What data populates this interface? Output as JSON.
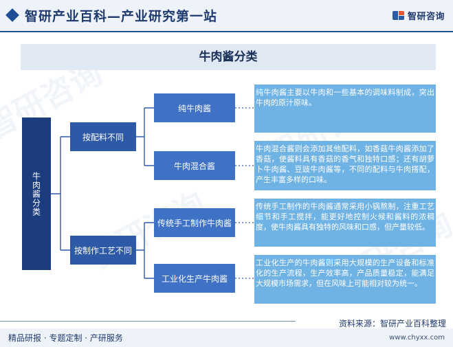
{
  "header": {
    "title": "智研产业百科—产业研究第一站",
    "brand_text": "智研咨询",
    "brand_icon": "zhiyan-logo-icon"
  },
  "diagram": {
    "title": "牛肉酱分类",
    "root_label": "牛肉酱分类",
    "categories": [
      {
        "label": "按配料不同"
      },
      {
        "label": "按制作工艺不同"
      }
    ],
    "leaves": [
      {
        "label": "纯牛肉酱",
        "description": "纯牛肉酱主要以牛肉和一些基本的调味料制成，突出牛肉的原汁原味。"
      },
      {
        "label": "牛肉混合酱",
        "description": "牛肉混合酱则会添加其他配料，如香菇牛肉酱添加了香菇，使酱料具有香菇的香气和独特口感；还有胡萝卜牛肉酱、豆豉牛肉酱等，不同的配料与牛肉搭配，产生丰富多样的口味。"
      },
      {
        "label": "传统手工制作牛肉酱",
        "description": "传统手工制作的牛肉酱通常采用小锅熬制，注重工艺细节和手工搅拌，能更好地控制火候和酱料的浓稠度，使牛肉酱具有独特的风味和口感，但产量较低。"
      },
      {
        "label": "工业化生产牛肉酱",
        "description": "工业化生产的牛肉酱则采用大规模的生产设备和标准化的生产流程，生产效率高，产品质量稳定，能满足大规模市场需求，但在风味上可能相对较为统一。"
      }
    ]
  },
  "watermark": "智研咨询",
  "footer": {
    "source": "资料来源：智研产业百科整理",
    "left": "精品研报 · 专题定制 · 产研服务",
    "url": "www.chyxx.com"
  },
  "colors": {
    "root": "#1c3c80",
    "category": "#2d59a6",
    "leaf": "#3f72c4",
    "description": "#6fb2e4",
    "connector": "#2d59a6"
  }
}
